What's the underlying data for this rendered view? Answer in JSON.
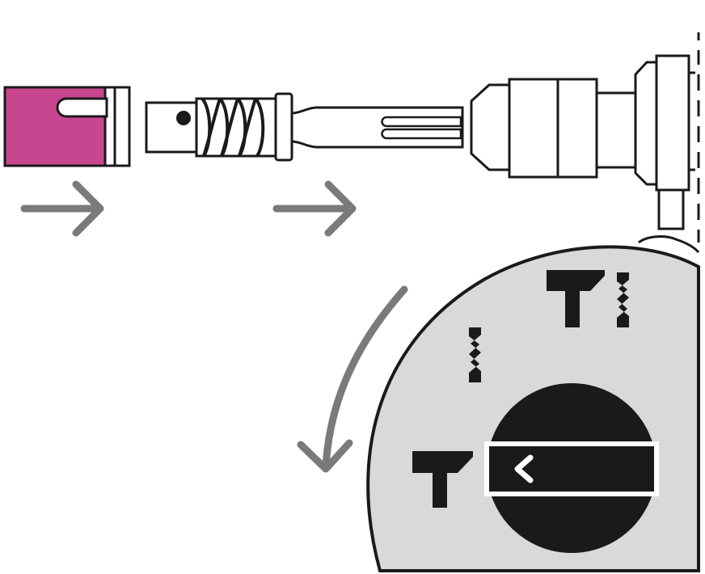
{
  "illustration": {
    "colors": {
      "stroke": "#1a1a1a",
      "background": "#ffffff",
      "adapter_fill": "#c8468f",
      "arrow": "#7a7a7a",
      "dial_fill": "#d9d9d9",
      "knob_fill": "#1a1a1a",
      "knob_band": "#ffffff"
    },
    "parts": [
      {
        "name": "magenta-adapter-sleeve",
        "icon": "adapter-sleeve"
      },
      {
        "name": "sds-shank-adapter",
        "icon": "shank-with-spring"
      },
      {
        "name": "drill-chuck",
        "icon": "chuck"
      }
    ],
    "arrows": [
      {
        "name": "insert-arrow-1",
        "direction": "right"
      },
      {
        "name": "insert-arrow-2",
        "direction": "right"
      },
      {
        "name": "rotate-arrow",
        "direction": "counter-clockwise"
      }
    ],
    "mode_selector": {
      "modes": [
        {
          "name": "hammer-drill-mode",
          "icon": "hammer-and-drill-icon"
        },
        {
          "name": "drill-only-mode",
          "icon": "drill-bit-icon"
        },
        {
          "name": "chisel-only-mode",
          "icon": "hammer-icon"
        }
      ],
      "selected": "chisel-only-mode",
      "pointer_icon": "chevron-left-icon"
    }
  }
}
